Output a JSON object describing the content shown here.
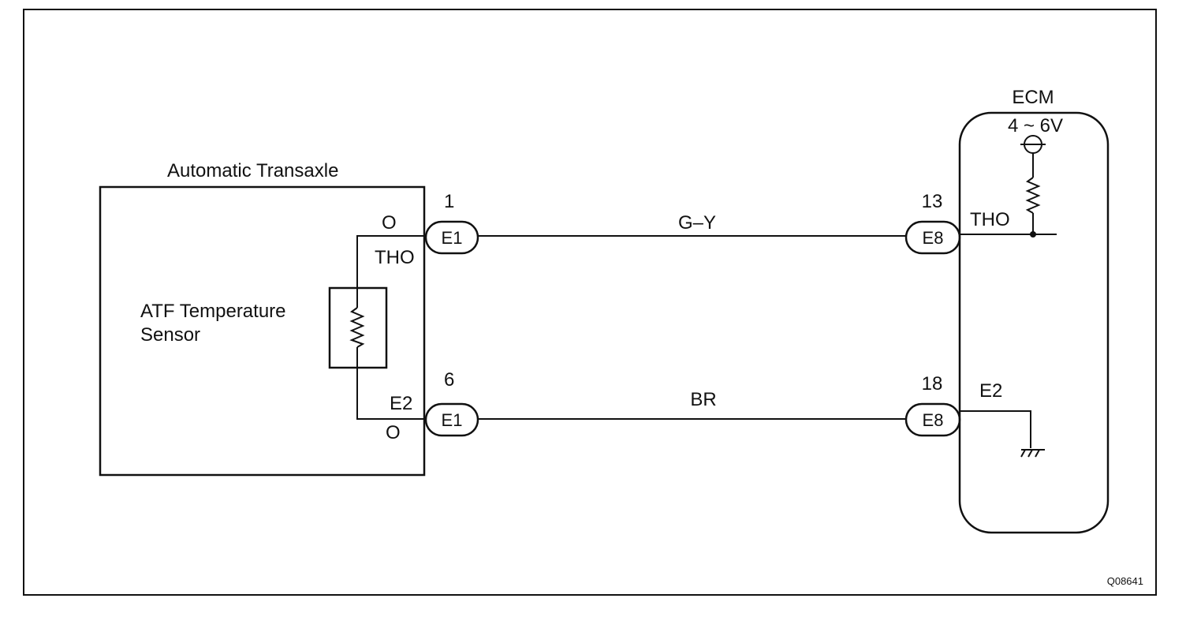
{
  "figure_id": "Q08641",
  "transaxle": {
    "title": "Automatic Transaxle",
    "sensor_line1": "ATF Temperature",
    "sensor_line2": "Sensor",
    "tho_pin_color": "O",
    "tho_pin_label": "THO",
    "e2_pin_label": "E2",
    "e2_pin_color": "O"
  },
  "ecm": {
    "title": "ECM",
    "voltage": "4 ~ 6V",
    "tho_label": "THO",
    "e2_label": "E2"
  },
  "connections": [
    {
      "left_pin": "1",
      "left_connector": "E1",
      "wire_color": "G–Y",
      "right_pin": "13",
      "right_connector": "E8"
    },
    {
      "left_pin": "6",
      "left_connector": "E1",
      "wire_color": "BR",
      "right_pin": "18",
      "right_connector": "E8"
    }
  ]
}
